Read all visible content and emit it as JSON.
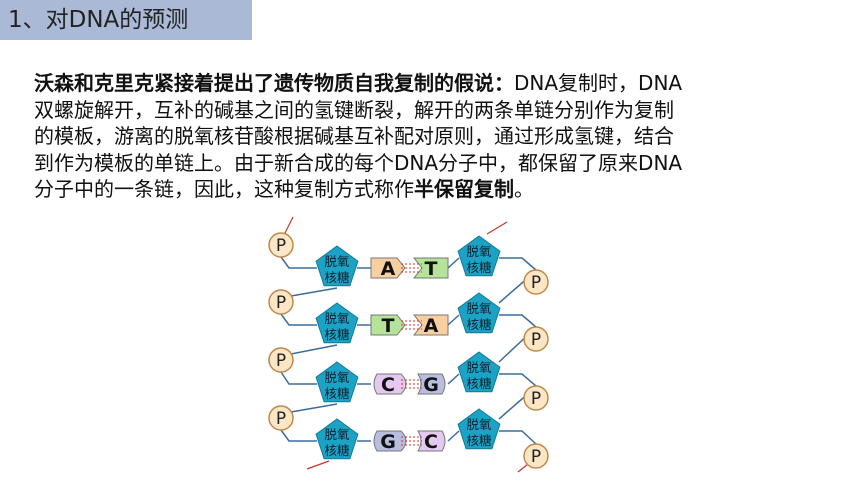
{
  "title": "1、对DNA的预测",
  "paragraph": {
    "bold_lead": "沃森和克里克紧接着提出了遗传物质自我复制的假说：",
    "line1_rest": "DNA复制时，DNA",
    "line2": "双螺旋解开，互补的碱基之间的氢键断裂，解开的两条单链分别作为复制",
    "line3": "的模板，游离的脱氧核苷酸根据碱基互补配对原则，通过形成氢键，结合",
    "line4": "到作为模板的单链上。由于新合成的每个DNA分子中，都保留了原来DNA",
    "line5_start": "分子中的一条链，因此，这种复制方式称作",
    "line5_bold": "半保留复制",
    "line5_end": "。"
  },
  "diagram": {
    "phosphate_label": "P",
    "sugar_label_line1": "脱氧",
    "sugar_label_line2": "核糖",
    "pairs": [
      {
        "left": "A",
        "right": "T"
      },
      {
        "left": "T",
        "right": "A"
      },
      {
        "left": "C",
        "right": "G"
      },
      {
        "left": "G",
        "right": "C"
      }
    ],
    "colors": {
      "phosphate_fill": "#fbe7c6",
      "phosphate_stroke": "#c0894a",
      "sugar_fill": "#1ba3c6",
      "A": "#f8cfa0",
      "T": "#b5e39a",
      "C": "#e6c9f0",
      "G": "#b9bde0",
      "hbond": "#d9302a",
      "backbone": "#3b6d9c",
      "strand_tail": "#c0392b"
    }
  }
}
